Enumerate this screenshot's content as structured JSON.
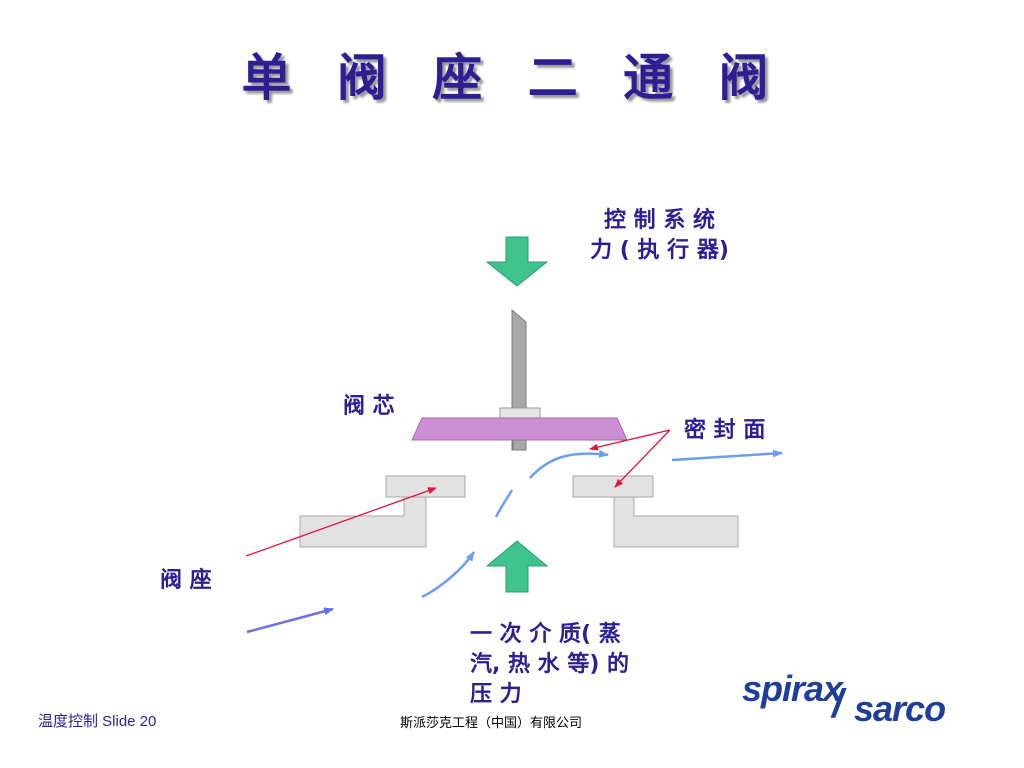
{
  "slide": {
    "title": "单 阀 座 二 通 阀",
    "labels": {
      "actuator": "控 制 系 统\n力 ( 执 行 器)",
      "plug": "阀 芯",
      "seal": "密 封 面",
      "seat": "阀 座",
      "medium": "一 次 介 质( 蒸\n汽, 热 水 等) 的\n压 力"
    }
  },
  "footer": {
    "left": "温度控制 Slide   20",
    "center": "斯派莎克工程（中国）有限公司"
  },
  "logo": {
    "word1": "spirax",
    "slash": "/",
    "word2": "sarco"
  },
  "colors": {
    "title": "#2b1f93",
    "arrow_green": "#3fc48f",
    "plug_fill": "#cc8fd4",
    "body_fill": "#e2e2e2",
    "flow_blue": "#6e9fee",
    "pointer_red": "#e0143c"
  }
}
